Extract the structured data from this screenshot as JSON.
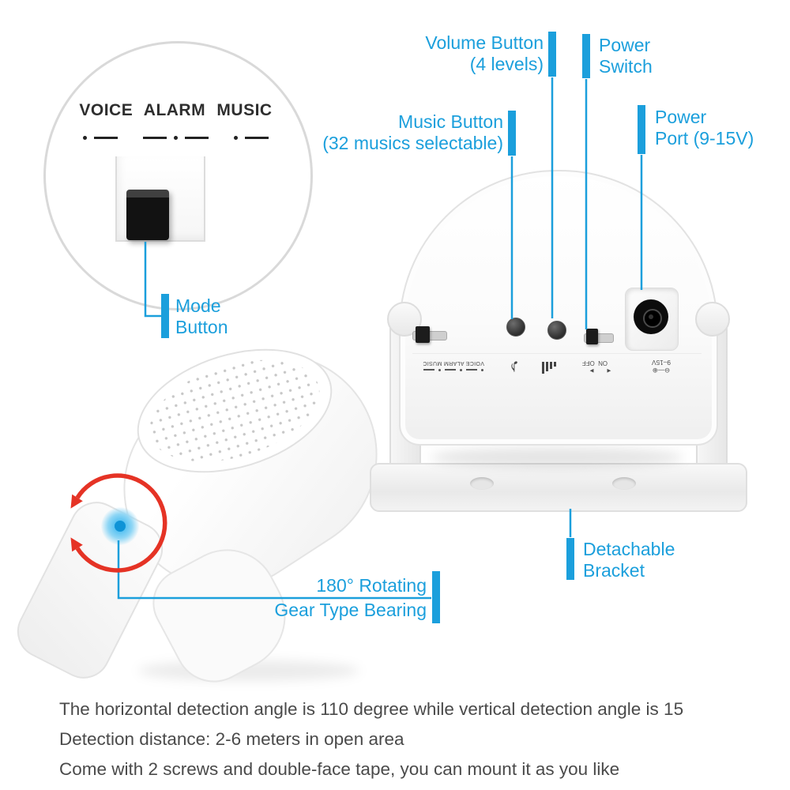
{
  "colors": {
    "accent": "#1b9fdc",
    "arrow_red": "#e53325",
    "footer_text": "#4a4a4a"
  },
  "inset": {
    "title": "VOICE ALARM MUSIC"
  },
  "callouts": {
    "mode": {
      "line1": "Mode",
      "line2": "Button"
    },
    "volume": {
      "line1": "Volume Button",
      "line2": "(4 levels)"
    },
    "music": {
      "line1": "Music Button",
      "line2": "(32 musics selectable)"
    },
    "power_switch": {
      "line1": "Power",
      "line2": "Switch"
    },
    "power_port": {
      "line1": "Power",
      "line2": "Port (9-15V)"
    },
    "detachable_bracket": {
      "line1": "Detachable",
      "line2": "Bracket"
    },
    "rotating": {
      "line1": "180° Rotating",
      "line2": "Gear Type Bearing"
    }
  },
  "back_panel": {
    "mode_print": "VOICE ALARM MUSIC",
    "note_icon": "♪",
    "left_arrow": "◄",
    "right_arrow": "►",
    "on_label": "ON",
    "off_label": "OFF",
    "polarity_print": "⊖—⊕",
    "voltage_print": "9–15V"
  },
  "footer": {
    "lines": [
      "The horizontal detection angle is 110 degree while vertical detection angle is 15",
      "Detection distance: 2-6 meters in open area",
      "Come with 2 screws and double-face tape, you can mount it as you like"
    ]
  }
}
